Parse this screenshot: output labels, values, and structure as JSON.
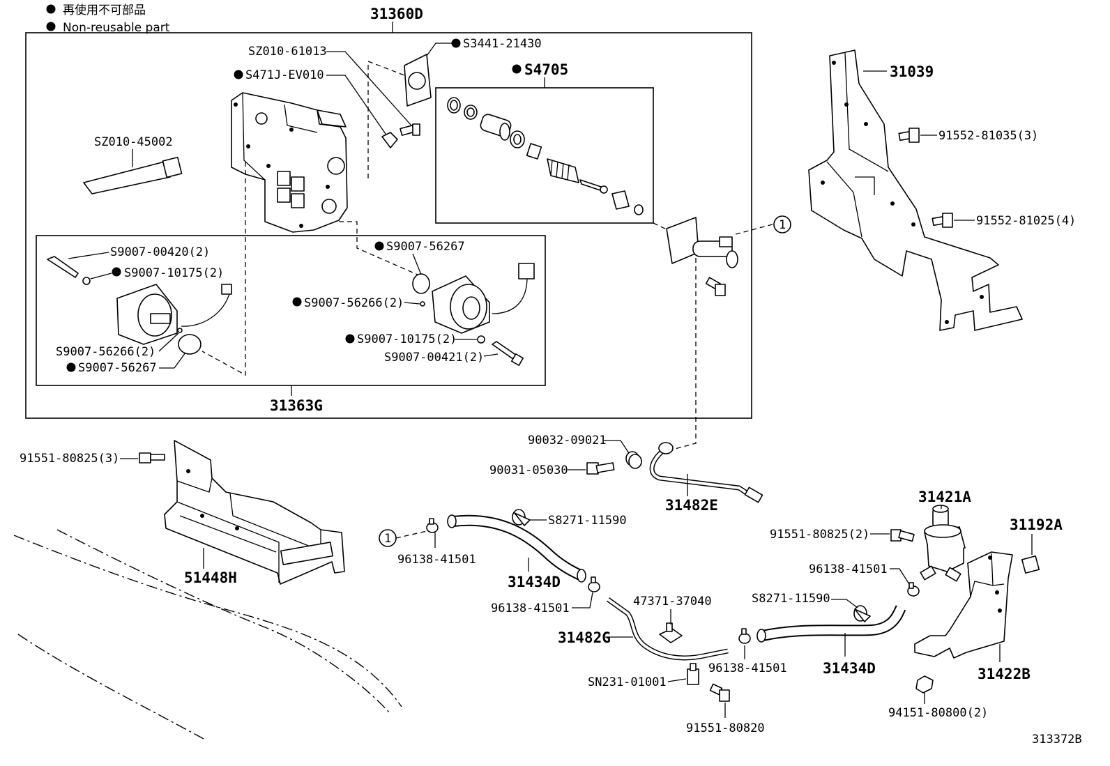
{
  "legend": {
    "line1": "再使用不可部品",
    "line2": "Non-reusable part"
  },
  "assemblies": {
    "main": "31360D",
    "solenoid": "31363G",
    "kit": "S4705"
  },
  "labels": {
    "sz010_61013": "SZ010-61013",
    "s3441_21430": "S3441-21430",
    "s471j_ev010": "S471J-EV010",
    "sz010_45002": "SZ010-45002",
    "s9007_00420": "S9007-00420(2)",
    "s9007_10175_a": "S9007-10175(2)",
    "s9007_56267_a": "S9007-56267",
    "s9007_56266_a": "S9007-56266(2)",
    "s9007_56266_b": "S9007-56266(2)",
    "s9007_56267_b": "S9007-56267",
    "s9007_10175_b": "S9007-10175(2)",
    "s9007_00421": "S9007-00421(2)",
    "p31039": "31039",
    "p91552_81035": "91552-81035(3)",
    "p91552_81025": "91552-81025(4)",
    "p91551_80825_3": "91551-80825(3)",
    "p51448h": "51448H",
    "p90032_09021": "90032-09021",
    "p90031_05030": "90031-05030",
    "p31482e": "31482E",
    "s8271_11590_a": "S8271-11590",
    "p96138_41501_a": "96138-41501",
    "p31434d_a": "31434D",
    "p96138_41501_b": "96138-41501",
    "p47371_37040": "47371-37040",
    "p31482g": "31482G",
    "sn231_01001": "SN231-01001",
    "p91551_80820": "91551-80820",
    "p96138_41501_c": "96138-41501",
    "s8271_11590_b": "S8271-11590",
    "p31434d_b": "31434D",
    "p31421a": "31421A",
    "p91551_80825_2": "91551-80825(2)",
    "p96138_41501_d": "96138-41501",
    "p31192a": "31192A",
    "p31422b": "31422B",
    "p94151_80800": "94151-80800(2)",
    "ref1": "1",
    "ref2": "1",
    "figure_id": "313372B"
  }
}
